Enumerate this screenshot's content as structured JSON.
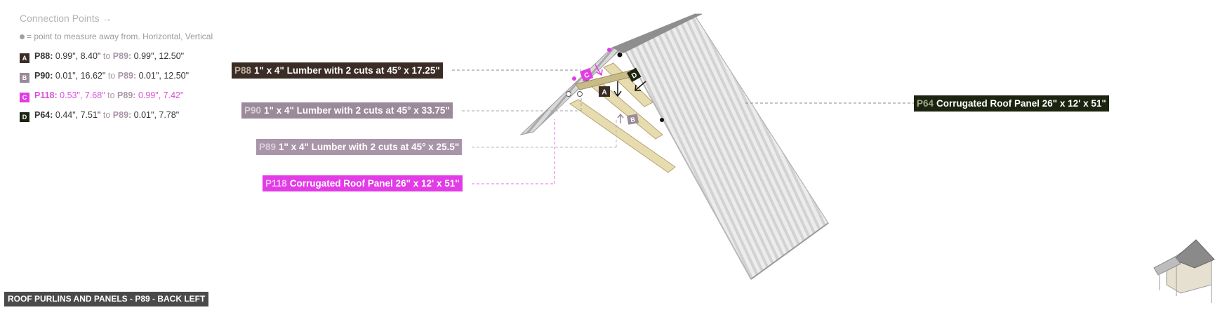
{
  "legend": {
    "title": "Connection Points →",
    "note": "= point to measure away from. Horizontal, Vertical",
    "rows": [
      {
        "key": "A",
        "color": "#3b2d26",
        "part": "P88:",
        "from": "0.99\", 8.40\"",
        "to_label": "to",
        "target": "P89:",
        "target_val": "0.99\", 12.50\"",
        "part_color": "#333333"
      },
      {
        "key": "B",
        "color": "#9a8a9a",
        "part": "P90:",
        "from": "0.01\", 16.62\"",
        "to_label": "to",
        "target": "P89:",
        "target_val": "0.01\", 12.50\"",
        "part_color": "#333333"
      },
      {
        "key": "C",
        "color": "#e23ce6",
        "part": "P118:",
        "from": "0.53\", 7.68\"",
        "to_label": "to",
        "target": "P89:",
        "target_val": "0.99\", 7.42\"",
        "part_color": "#d94fd9"
      },
      {
        "key": "D",
        "color": "#1c2410",
        "part": "P64:",
        "from": "0.44\", 7.51\"",
        "to_label": "to",
        "target": "P89:",
        "target_val": "0.01\", 7.78\"",
        "part_color": "#333333"
      }
    ]
  },
  "callouts": {
    "p88": {
      "id": "P88",
      "text": "1\" x 4\" Lumber with 2 cuts at 45° x 17.25\"",
      "bg": "#3b2d26",
      "id_color": "#bfae9f"
    },
    "p90": {
      "id": "P90",
      "text": "1\" x 4\" Lumber with 2 cuts at 45° x 33.75\"",
      "bg": "#9a8a9a",
      "id_color": "#d9cdd9"
    },
    "p89": {
      "id": "P89",
      "text": "1\" x 4\" Lumber with 2 cuts at 45° x 25.5\"",
      "bg": "#a995a8",
      "id_color": "#dccfdc"
    },
    "p118": {
      "id": "P118",
      "text": "Corrugated Roof Panel 26\" x 12' x 51\"",
      "bg": "#e23ce6",
      "id_color": "#f6c2f7"
    },
    "p64": {
      "id": "P64",
      "text": "Corrugated Roof Panel 26\" x 12' x 51\"",
      "bg": "#1c2410",
      "id_color": "#9aa88a"
    }
  },
  "markers": {
    "a": "A",
    "b": "B",
    "c": "C",
    "d": "D"
  },
  "footer": {
    "text": "ROOF PURLINS AND PANELS - P89 - BACK LEFT"
  },
  "colors": {
    "panel_light": "#e6e6e6",
    "panel_mid": "#c9c9c9",
    "panel_edge": "#9a9a9a",
    "lumber": "#e7dcb0",
    "lumber_edge": "#b3a570"
  }
}
